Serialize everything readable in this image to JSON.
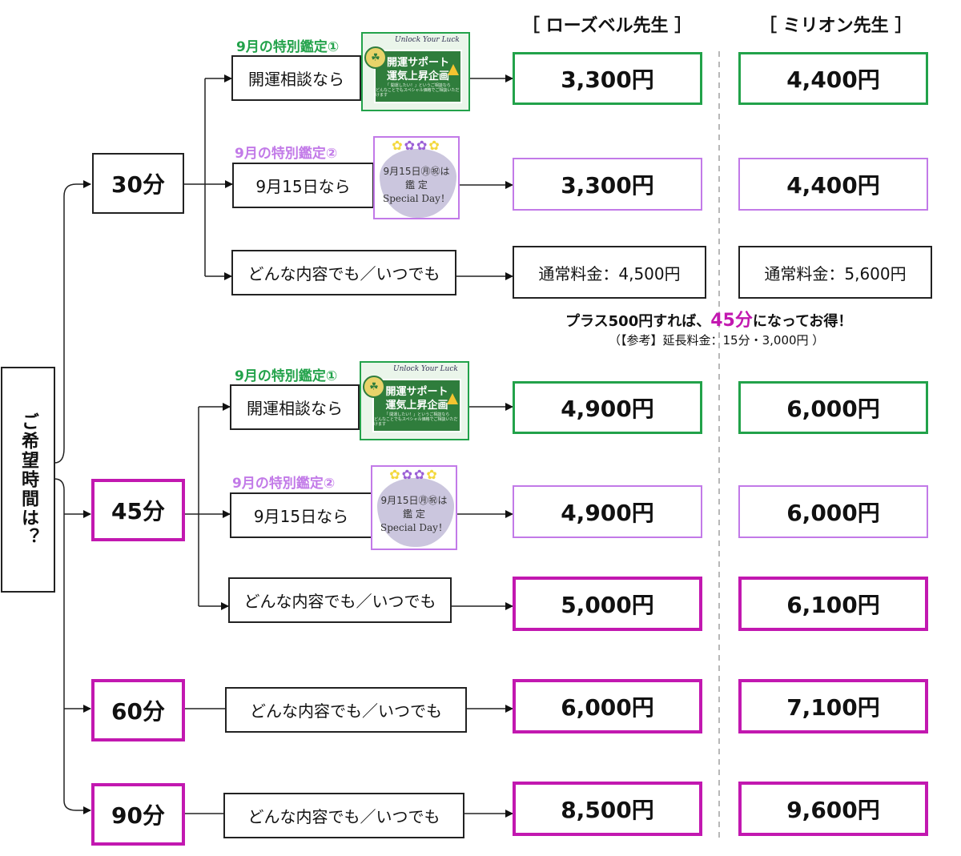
{
  "headers": {
    "teacher1": "［ ローズベル先生 ］",
    "teacher2": "［ ミリオン先生 ］"
  },
  "question": "ご希望時間は？",
  "colors": {
    "green": "#22a24a",
    "light_purple": "#c27ae8",
    "magenta": "#c218b0",
    "black": "#222222"
  },
  "times": {
    "t30": "30分",
    "t45": "45分",
    "t60": "60分",
    "t90": "90分"
  },
  "special": {
    "special1": "9月の特別鑑定①",
    "special2": "9月の特別鑑定②"
  },
  "options": {
    "kaiun": "開運相談なら",
    "sep15": "9月15日なら",
    "any": "どんな内容でも／いつでも"
  },
  "card_green": {
    "script": "Unlock Your Luck",
    "line1": "開運サポート",
    "line2": "運気上昇企画",
    "tiny1": "「 開運したい！」というご相談なら",
    "tiny2": "どんなことでもスペシャル価格でご相談いただけます"
  },
  "card_purple": {
    "line1": "9月15日㊊㊗は",
    "line2": "鑑 定",
    "line3": "Special Day！"
  },
  "prices_30": {
    "kaiun_rose": "3,300円",
    "kaiun_million": "4,400円",
    "sep15_rose": "3,300円",
    "sep15_million": "4,400円",
    "any_rose": "通常料金：4,500円",
    "any_million": "通常料金：5,600円"
  },
  "note": {
    "prefix": "プラス500円すれば、",
    "highlight": "45分",
    "suffix": "になってお得！",
    "ref": "（【参考】延長料金：15分・3,000円 ）"
  },
  "prices_45": {
    "kaiun_rose": "4,900円",
    "kaiun_million": "6,000円",
    "sep15_rose": "4,900円",
    "sep15_million": "6,000円",
    "any_rose": "5,000円",
    "any_million": "6,100円"
  },
  "prices_60": {
    "any_rose": "6,000円",
    "any_million": "7,100円"
  },
  "prices_90": {
    "any_rose": "8,500円",
    "any_million": "9,600円"
  }
}
